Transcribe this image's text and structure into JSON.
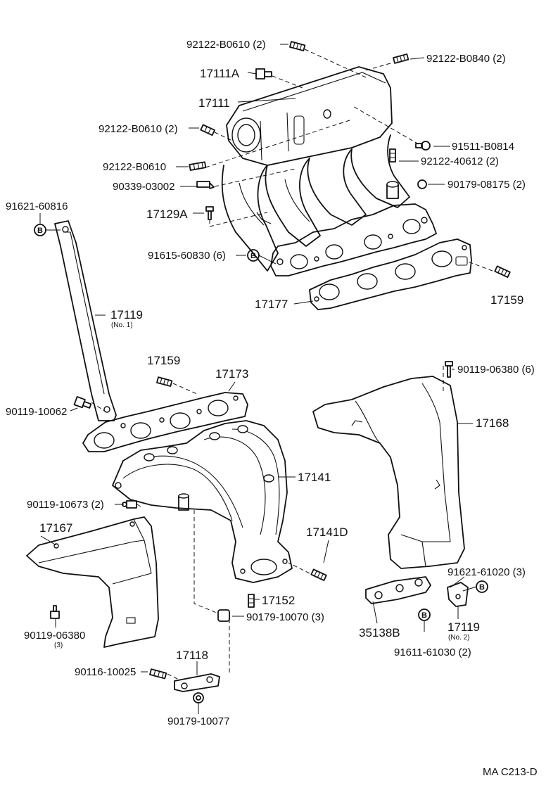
{
  "labels": {
    "p92122_b0610_top": "92122-B0610 (2)",
    "p92122_b0840": "92122-B0840 (2)",
    "p17111a": "17111A",
    "p17111": "17111",
    "p92122_b0610_mid": "92122-B0610 (2)",
    "p91511_b0814": "91511-B0814",
    "p92122_b0610_low": "92122-B0610",
    "p92122_40612": "92122-40612 (2)",
    "p90339_03002": "90339-03002",
    "p90179_08175": "90179-08175 (2)",
    "p91621_60816": "91621-60816",
    "p17129a": "17129A",
    "p91615_60830": "91615-60830 (6)",
    "p17177": "17177",
    "p17159_top": "17159",
    "p17119_no1": "17119",
    "p17119_no1_sub": "(No. 1)",
    "p17159_mid": "17159",
    "p17173": "17173",
    "p90119_06380_6": "90119-06380 (6)",
    "p90119_10062": "90119-10062",
    "p17168": "17168",
    "p17141": "17141",
    "p90119_10673": "90119-10673 (2)",
    "p17167": "17167",
    "p17141d": "17141D",
    "p91621_61020": "91621-61020 (3)",
    "p17152": "17152",
    "p90179_10070": "90179-10070 (3)",
    "p90119_06380_3": "90119-06380",
    "p90119_06380_3_sub": "(3)",
    "p35138b": "35138B",
    "p17119_no2": "17119",
    "p17119_no2_sub": "(No. 2)",
    "p91611_61030": "91611-61030 (2)",
    "p17118": "17118",
    "p90116_10025": "90116-10025",
    "p90179_10077": "90179-10077",
    "diagram_code": "MA C213-D",
    "bolt_mark": "B"
  }
}
